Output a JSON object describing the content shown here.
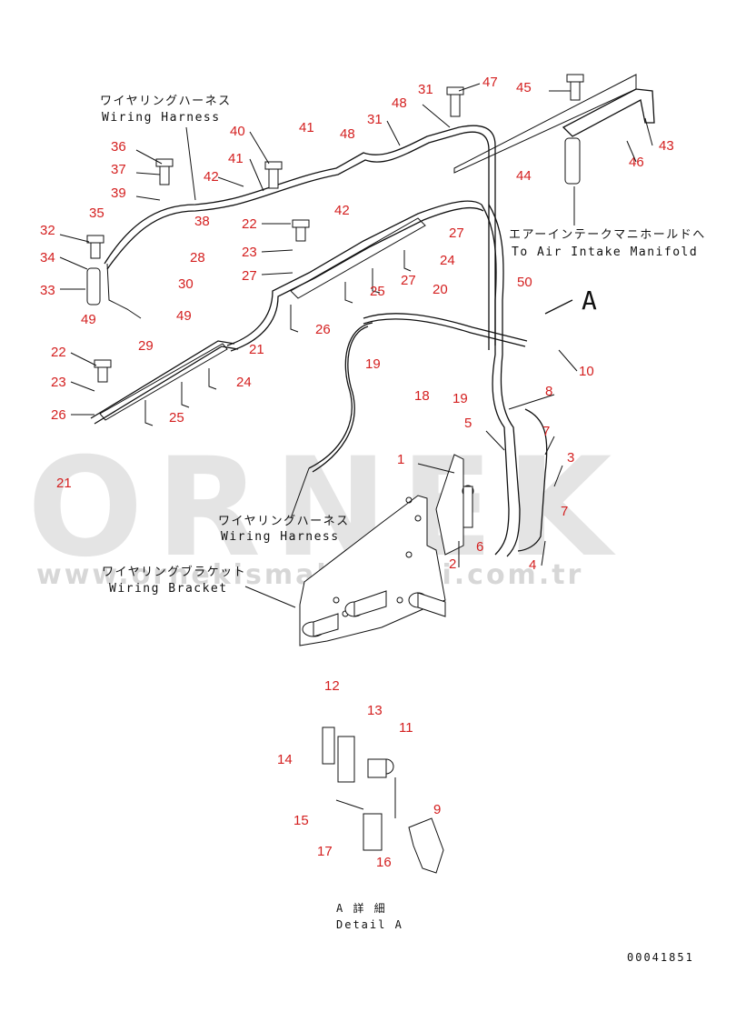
{
  "watermark": {
    "brand": "ORNEK",
    "url": "www.ornekismakinalari.com.tr"
  },
  "labels": {
    "wiring_harness_top_jp": "ワイヤリングハーネス",
    "wiring_harness_top_en": "Wiring Harness",
    "air_intake_jp": "エアーインテークマニホールドへ",
    "air_intake_en": "To Air Intake Manifold",
    "wiring_harness_mid_jp": "ワイヤリングハーネス",
    "wiring_harness_mid_en": "Wiring Harness",
    "wiring_bracket_jp": "ワイヤリングブラケット",
    "wiring_bracket_en": "Wiring Bracket",
    "view_a": "A",
    "detail_jp": "A 詳 細",
    "detail_en": "Detail A",
    "drawing_no": "00041851"
  },
  "part_numbers": [
    "1",
    "2",
    "3",
    "4",
    "5",
    "6",
    "7",
    "7",
    "8",
    "9",
    "10",
    "11",
    "12",
    "13",
    "14",
    "15",
    "16",
    "17",
    "18",
    "19",
    "19",
    "20",
    "21",
    "21",
    "22",
    "22",
    "23",
    "23",
    "24",
    "24",
    "25",
    "25",
    "26",
    "26",
    "27",
    "27",
    "27",
    "28",
    "29",
    "30",
    "31",
    "31",
    "32",
    "33",
    "34",
    "35",
    "36",
    "37",
    "38",
    "39",
    "40",
    "41",
    "41",
    "42",
    "42",
    "43",
    "44",
    "45",
    "46",
    "47",
    "48",
    "48",
    "49",
    "49",
    "50"
  ],
  "colors": {
    "callout": "#d42020",
    "line": "#111111",
    "watermark": "#cfcfcf"
  }
}
